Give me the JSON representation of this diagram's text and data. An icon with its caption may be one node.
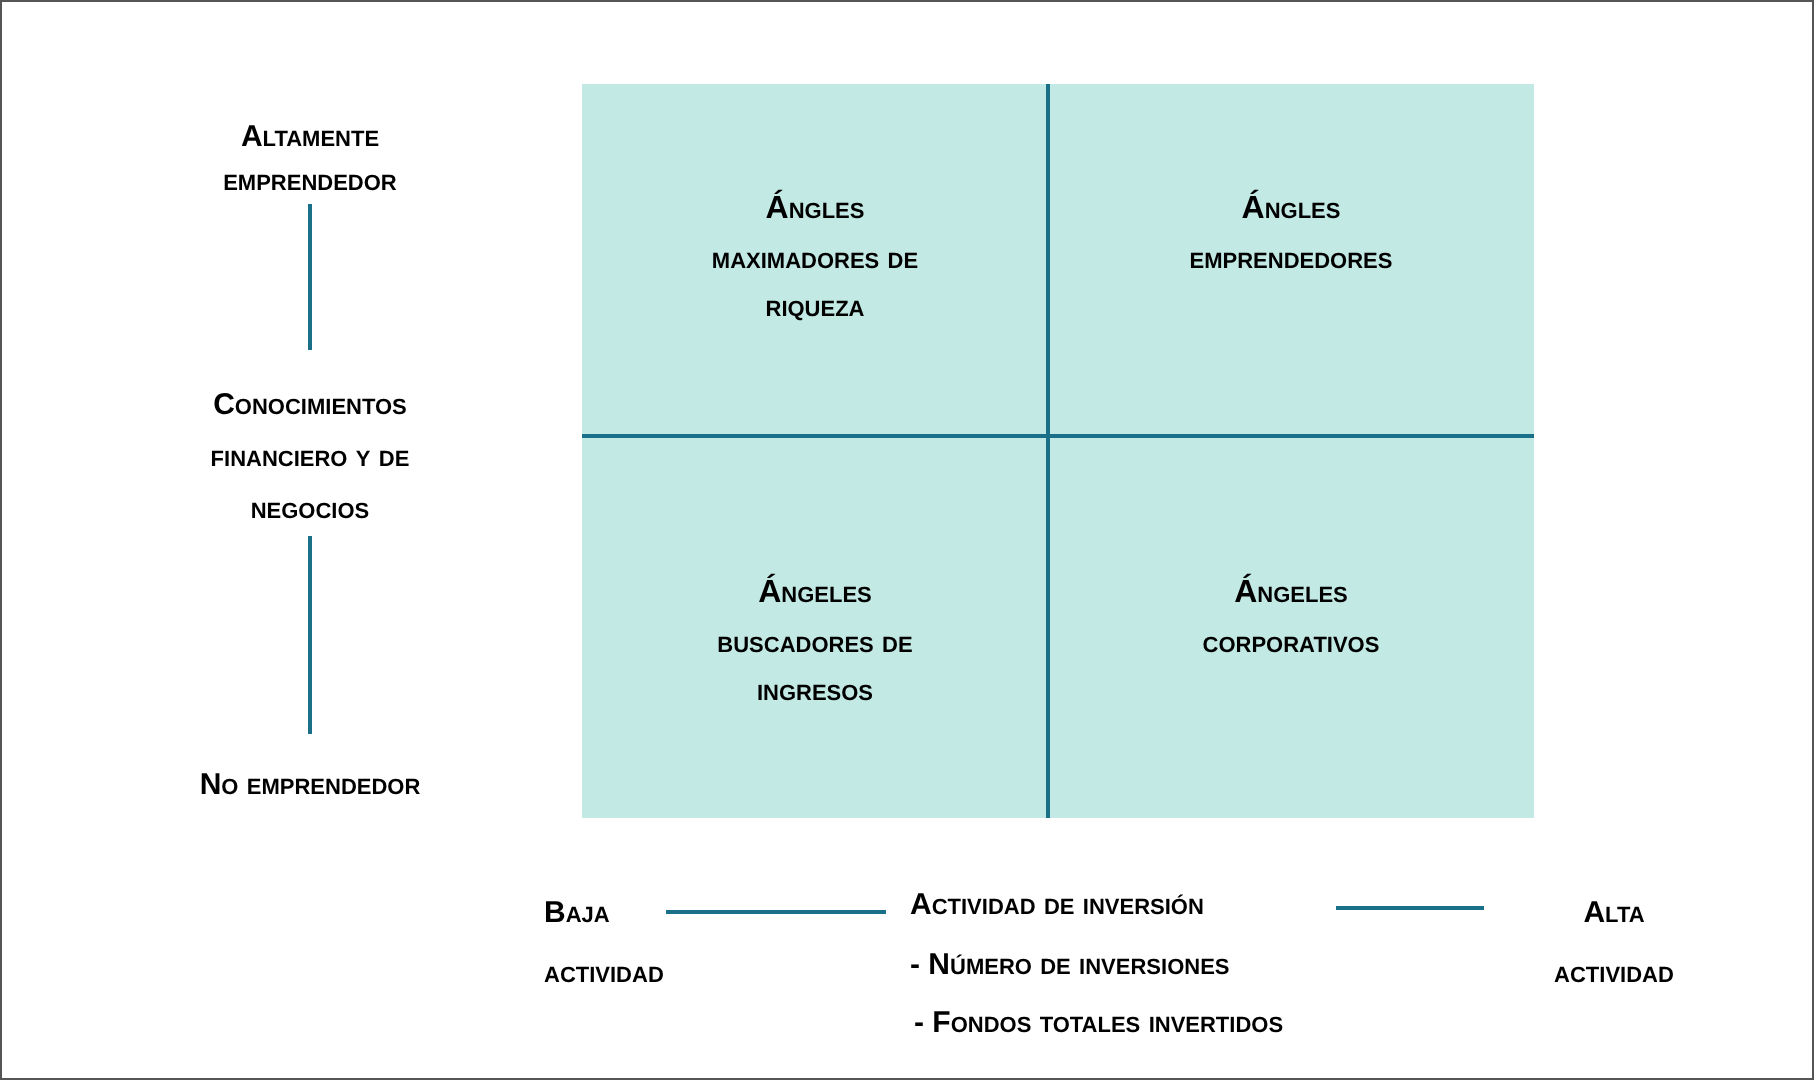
{
  "diagram": {
    "nodes": [
      {
        "text": [
          "Ángles",
          "maximadores de riqueza"
        ]
      },
      {
        "text": [
          "Ángles",
          "emprendedores"
        ]
      },
      {
        "text": [
          "Ángeles",
          "buscadores de ingresos"
        ]
      },
      {
        "text": [
          "Ángeles",
          "corporativos"
        ]
      }
    ],
    "labels": [
      "Altamente emprendedor",
      "Conocimientos financiero y de negocios",
      "No emprendedor",
      "Baja actividad",
      "Actividad de inversión",
      "- Número de inversiones",
      "- Fondos totales invertidos",
      "Alta actividad"
    ]
  }
}
